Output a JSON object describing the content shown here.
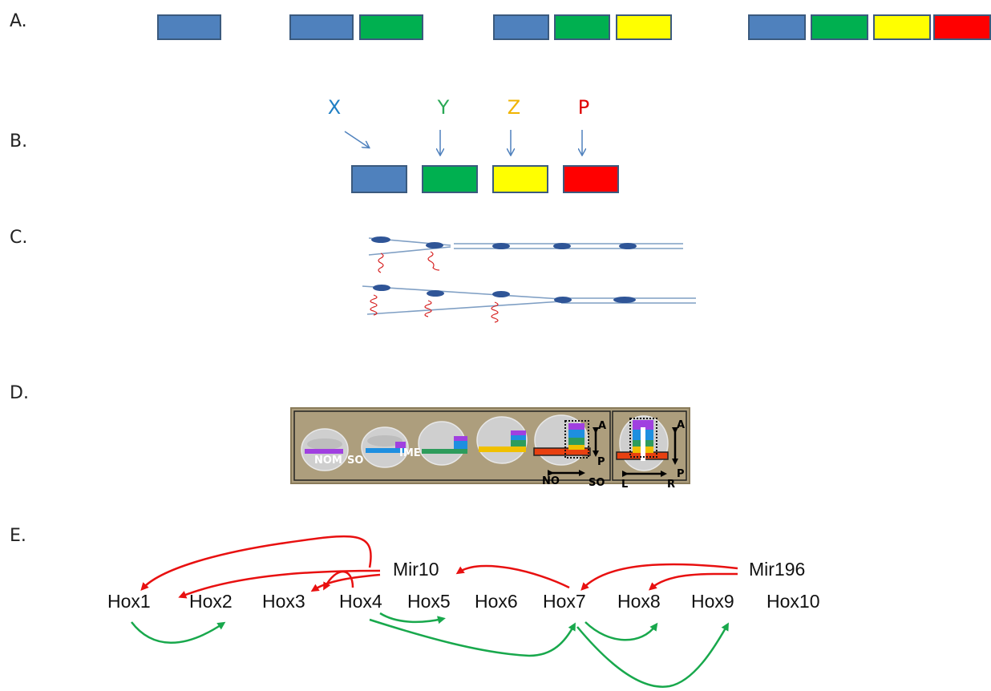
{
  "panel_labels": {
    "a": "A.",
    "b": "B.",
    "c": "C.",
    "d": "D.",
    "e": "E."
  },
  "colors": {
    "blue": "#4f81bd",
    "green": "#00b050",
    "yellow": "#ffff00",
    "red": "#ff0000",
    "arrow_red": "#e81010",
    "arrow_green": "#18a84c",
    "tan": "#ad9e7d"
  },
  "panel_b": {
    "variables": [
      {
        "label": "X",
        "color": "#1f7fc4"
      },
      {
        "label": "Y",
        "color": "#2aa855"
      },
      {
        "label": "Z",
        "color": "#f0b400"
      },
      {
        "label": "P",
        "color": "#e00000"
      }
    ]
  },
  "panel_d": {
    "labels": {
      "nom": "NOM",
      "so": "SO",
      "ime": "IME",
      "a1": "A",
      "p1": "P",
      "no": "NO",
      "so2": "SO",
      "a2": "A",
      "p2": "P",
      "l": "L",
      "r": "R"
    }
  },
  "panel_e": {
    "genes": [
      "Hox1",
      "Hox2",
      "Hox3",
      "Hox4",
      "Hox5",
      "Hox6",
      "Hox7",
      "Hox8",
      "Hox9",
      "Hox10"
    ],
    "mirnas": [
      "Mir10",
      "Mir196"
    ]
  }
}
